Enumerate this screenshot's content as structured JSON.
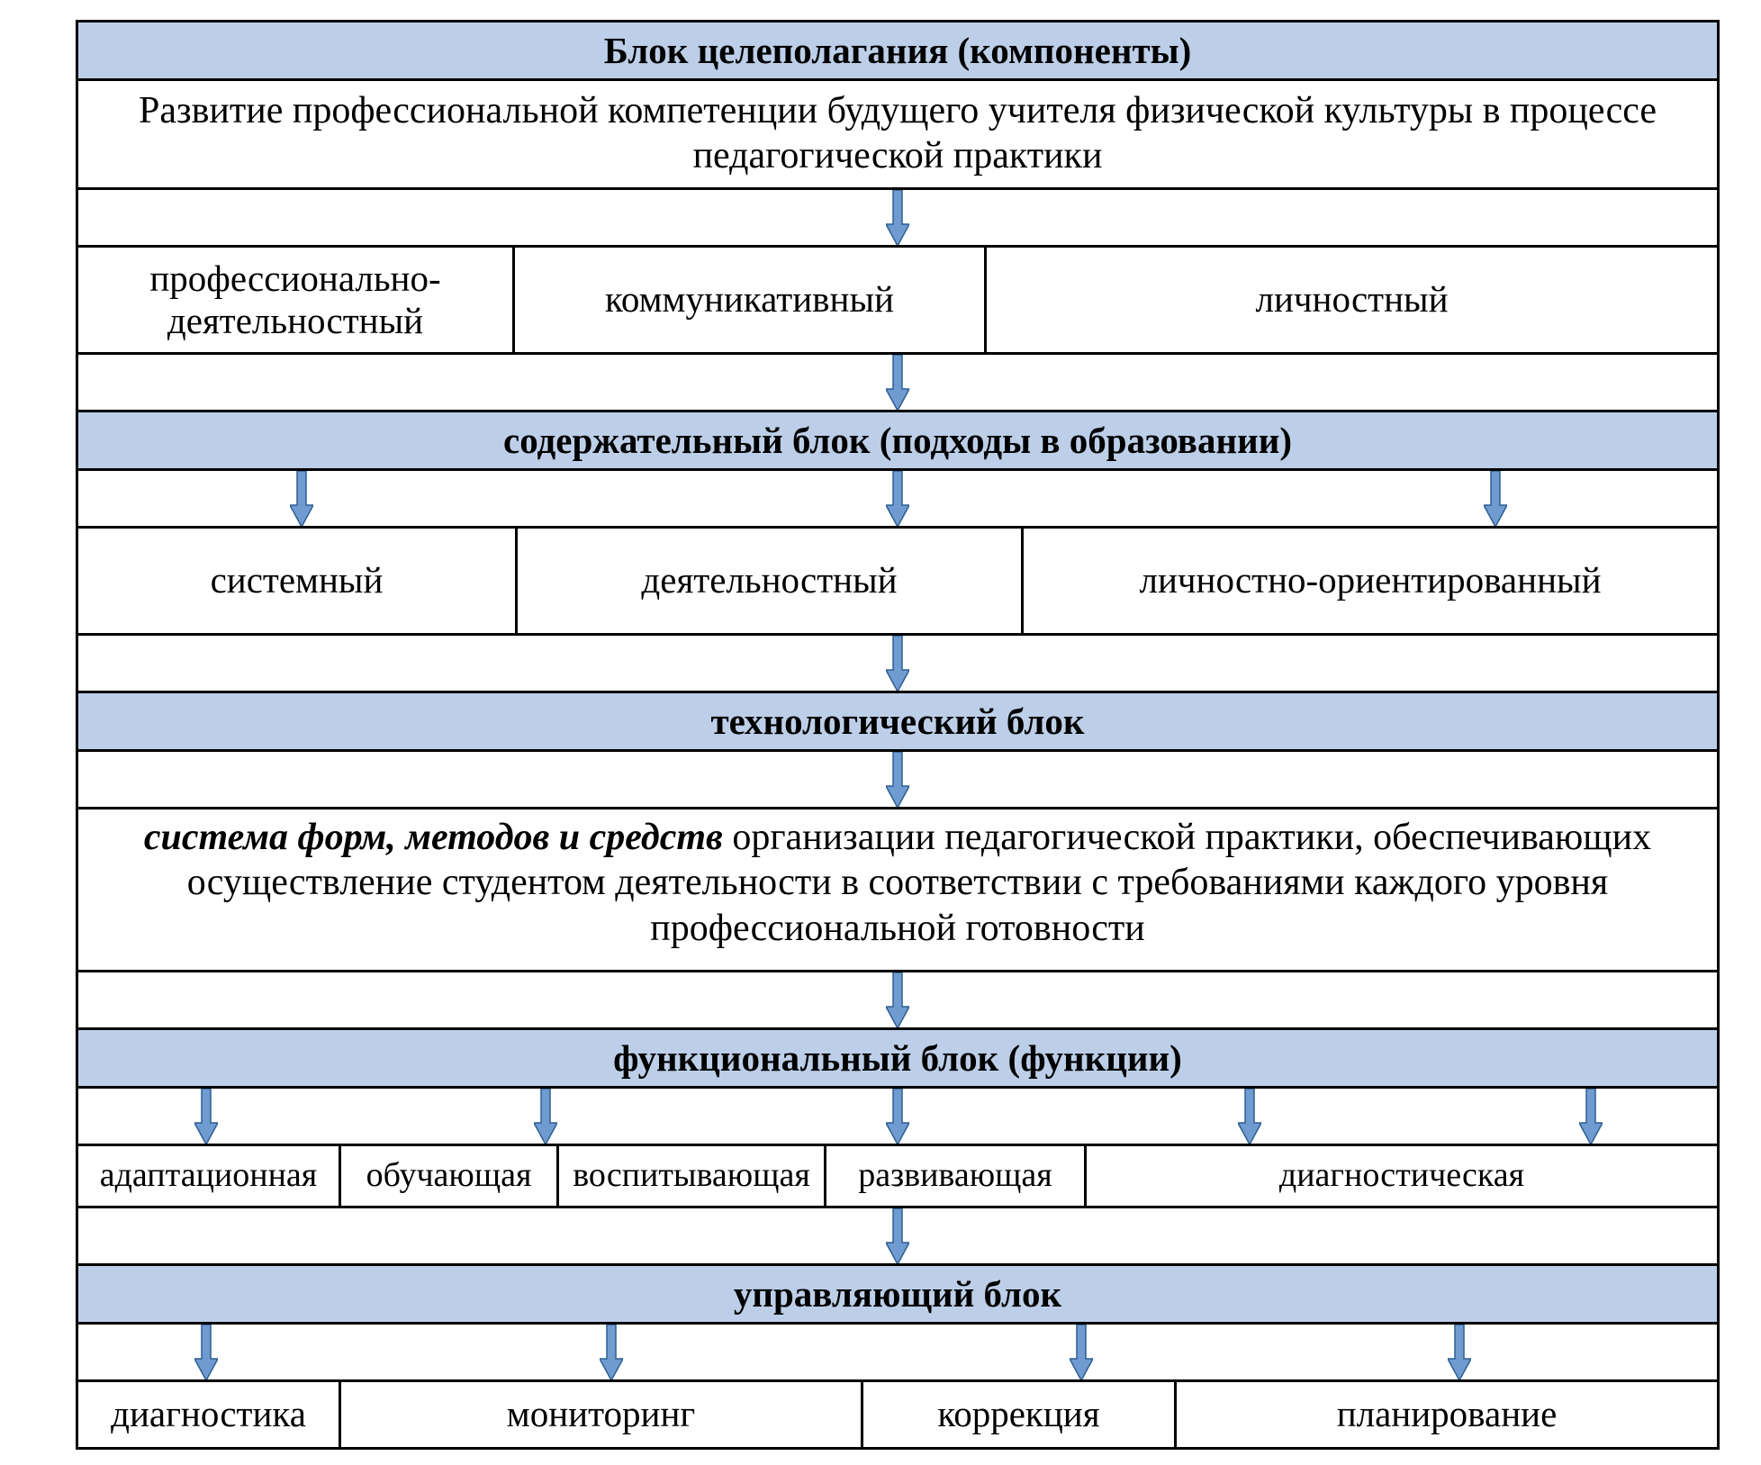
{
  "colors": {
    "header_fill": "#bdcfe8",
    "border": "#000000",
    "arrow_fill": "#6f9bd1",
    "arrow_stroke": "#2e5f91",
    "background": "#ffffff"
  },
  "blocks": [
    {
      "id": "goal-setting",
      "header": "Блок целеполагания (компоненты)",
      "statement": "Развитие профессиональной компетенции будущего учителя физической культуры в процессе педагогической практики",
      "items": [
        "профессионально-деятельностный",
        "коммуникативный",
        "личностный"
      ]
    },
    {
      "id": "content",
      "header": "содержательный блок (подходы в образовании)",
      "items": [
        "системный",
        "деятельностный",
        "личностно-ориентированный"
      ]
    },
    {
      "id": "technological",
      "header": "технологический блок",
      "statement_italic": "система форм, методов и средств",
      "statement_rest": " организации педагогической практики, обеспечивающих осуществление студентом деятельности в соответствии с требованиями каждого уровня профессиональной готовности"
    },
    {
      "id": "functional",
      "header": "функциональный блок (функции)",
      "items": [
        "адаптационная",
        "обучающая",
        "воспитывающая",
        "развивающая",
        "диагностическая"
      ]
    },
    {
      "id": "managing",
      "header": "управляющий блок",
      "items": [
        "диагностика",
        "мониторинг",
        "коррекция",
        "планирование"
      ]
    }
  ]
}
